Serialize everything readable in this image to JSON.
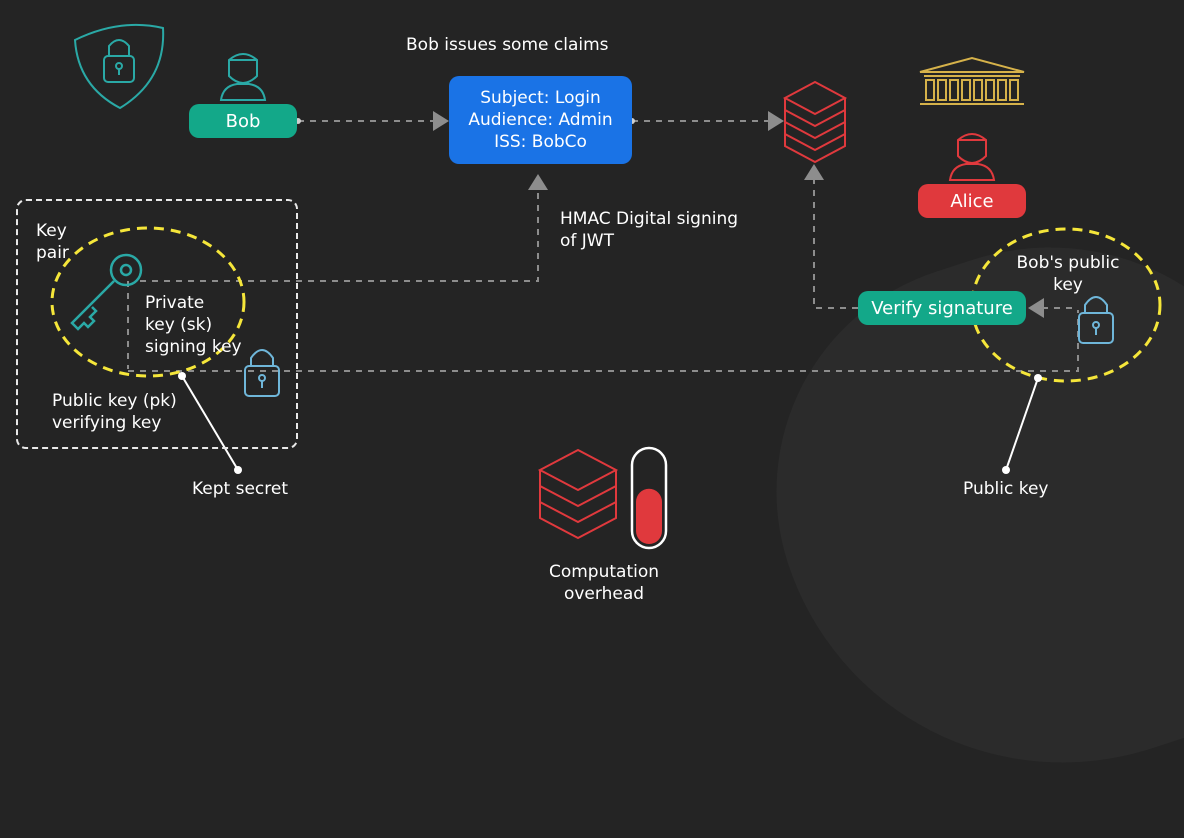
{
  "title": "Bob issues some claims",
  "bob": {
    "label": "Bob"
  },
  "alice": {
    "label": "Alice"
  },
  "claims": {
    "subject": "Subject: Login",
    "audience": "Audience: Admin",
    "iss": "ISS: BobCo"
  },
  "hmac": {
    "line1": "HMAC Digital signing",
    "line2": "of JWT"
  },
  "key_pair": {
    "line1": "Key",
    "line2": "pair"
  },
  "private_key": {
    "line1": "Private",
    "line2": "key (sk)",
    "line3": "signing key"
  },
  "public_key_label": {
    "line1": "Public key (pk)",
    "line2": "verifying key"
  },
  "kept_secret": "Kept secret",
  "verify": {
    "label": "Verify signature"
  },
  "bobs_public_key": {
    "line1": "Bob's public",
    "line2": "key"
  },
  "public_key": "Public key",
  "computation": {
    "line1": "Computation",
    "line2": "overhead",
    "level": 0.6
  },
  "colors": {
    "background": "#242424",
    "green": "#13a889",
    "red": "#e0393d",
    "blue": "#1a73e6",
    "server_red": "#e0393d",
    "icon_teal": "#2aa9a6",
    "lock_blue": "#6fb6d9",
    "highlight_yellow": "#f5e63a",
    "bank_gold": "#d6b24a"
  },
  "icons": [
    "shield-lock-icon",
    "person-icon",
    "server-stack-icon",
    "bank-icon",
    "key-icon",
    "lock-icon",
    "gauge-icon"
  ]
}
